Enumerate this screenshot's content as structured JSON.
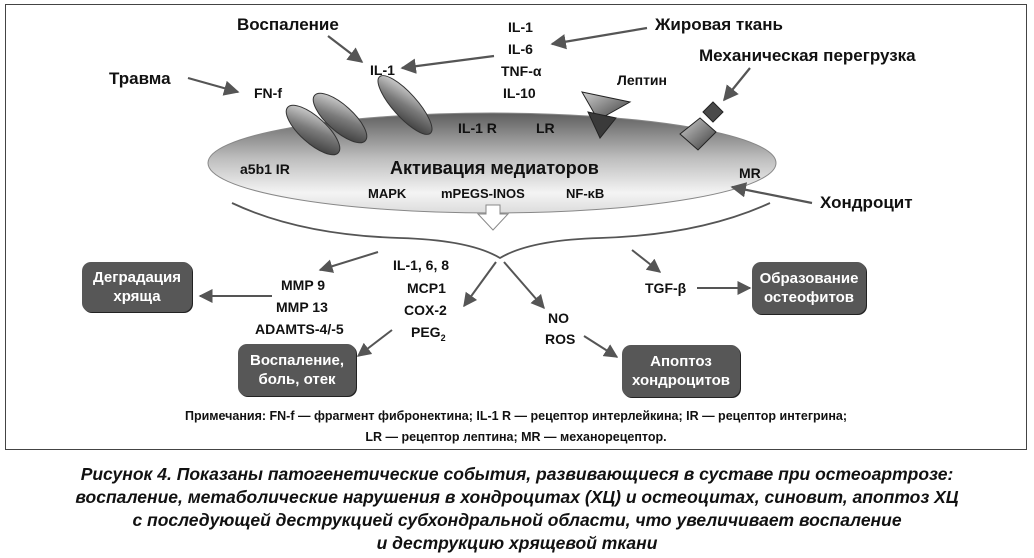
{
  "inputs": {
    "inflammation": "Воспаление",
    "trauma": "Травма",
    "adipose": "Жировая ткань",
    "overload": "Механическая перегрузка",
    "chondrocyte": "Хондроцит"
  },
  "factors": {
    "fnf": "FN-f",
    "il1_left": "IL-1",
    "leptin": "Лептин",
    "cytokines": [
      "IL-1",
      "IL-6",
      "TNF-α",
      "IL-10"
    ]
  },
  "cell": {
    "il1r": "IL-1 R",
    "lr": "LR",
    "a5b1ir": "a5b1 IR",
    "mr": "MR",
    "title": "Активация медиаторов",
    "pathways": [
      "MAPK",
      "mPEGS-INOS",
      "NF-κB"
    ]
  },
  "mediators": {
    "il": "IL-1, 6, 8",
    "mcp1": "MCP1",
    "cox2": "COX-2",
    "peg_main": "PEG",
    "peg_sub": "2",
    "mmp9": "MMP 9",
    "mmp13": "MMP 13",
    "adamts": "ADAMTS-4/-5",
    "no": "NO",
    "ros": "ROS",
    "tgfb": "TGF-β"
  },
  "outcomes": {
    "degradation": [
      "Деградация",
      "хряща"
    ],
    "inflammation": [
      "Воспаление,",
      "боль, отек"
    ],
    "osteophytes": [
      "Образование",
      "остеофитов"
    ],
    "apoptosis": [
      "Апоптоз",
      "хондроцитов"
    ]
  },
  "note": [
    "Примечания: FN-f — фрагмент фибронектина; IL-1 R — рецептор интерлейкина; IR — рецептор интегрина;",
    "LR — рецептор лептина; MR — механорецептор."
  ],
  "caption": [
    "Рисунок 4. Показаны патогенетические события, развивающиеся в суставе при остеоартрозе:",
    "воспаление, метаболические нарушения в хондроцитах (ХЦ) и остеоцитах, синовит, апоптоз ХЦ",
    "с последующей деструкцией субхондральной области, что увеличивает воспаление",
    "и деструкцию хрящевой ткани"
  ],
  "colors": {
    "box_fill": "#575757",
    "cell_dark": "#6e6e6e",
    "cell_light": "#f2f2f2",
    "arrow": "#555555"
  }
}
